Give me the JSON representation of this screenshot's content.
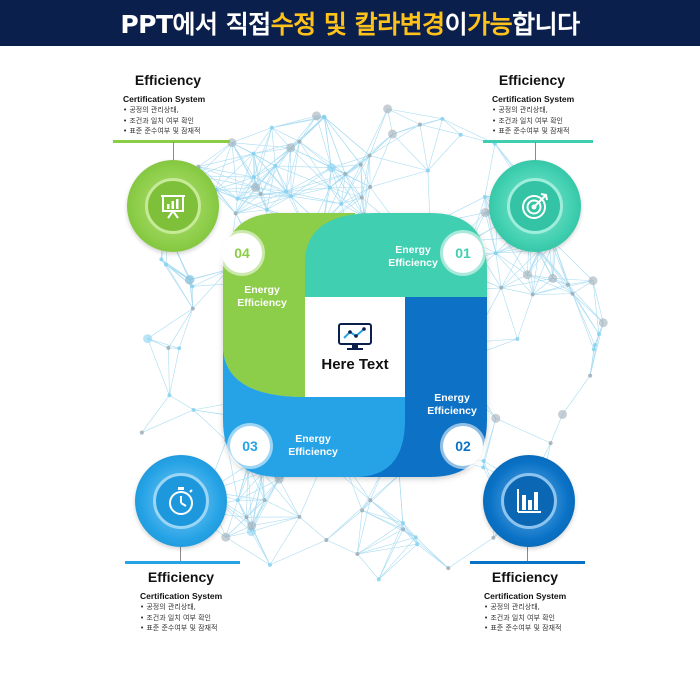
{
  "banner": {
    "part1": "PPT에서 직접 ",
    "part2": "수정 및 칼라변경",
    "part3": "이 ",
    "part4": "가능",
    "part5": "합니다"
  },
  "center": {
    "text": "Here Text",
    "icon": "monitor-chart-icon"
  },
  "segments": [
    {
      "num": "01",
      "label": "Energy\nEfficiency",
      "color": "#3fcfb0"
    },
    {
      "num": "02",
      "label": "Energy\nEfficiency",
      "color": "#0a72c6"
    },
    {
      "num": "03",
      "label": "Energy\nEfficiency",
      "color": "#26a3e6"
    },
    {
      "num": "04",
      "label": "Energy\nEfficiency",
      "color": "#8ccd48"
    }
  ],
  "corners": {
    "top_left": {
      "title": "Efficiency",
      "sub": "Certification System",
      "items": [
        "공정의 관리상태,",
        "조건과 일치 여부 확인",
        "표준 준수여부 및 잠재적"
      ],
      "icon": "presentation-board-icon"
    },
    "top_right": {
      "title": "Efficiency",
      "sub": "Certification System",
      "items": [
        "공정의 관리상태,",
        "조건과 일치 여부 확인",
        "표준 준수여부 및 잠재적"
      ],
      "icon": "target-icon"
    },
    "bottom_left": {
      "title": "Efficiency",
      "sub": "Certification System",
      "items": [
        "공정의 관리상태,",
        "조건과 일치 여부 확인",
        "표준 준수여부 및 잠재적"
      ],
      "icon": "stopwatch-icon"
    },
    "bottom_right": {
      "title": "Efficiency",
      "sub": "Certification System",
      "items": [
        "공정의 관리상태,",
        "조건과 일치 여부 확인",
        "표준 준수여부 및 잠재적"
      ],
      "icon": "bar-chart-icon"
    }
  }
}
